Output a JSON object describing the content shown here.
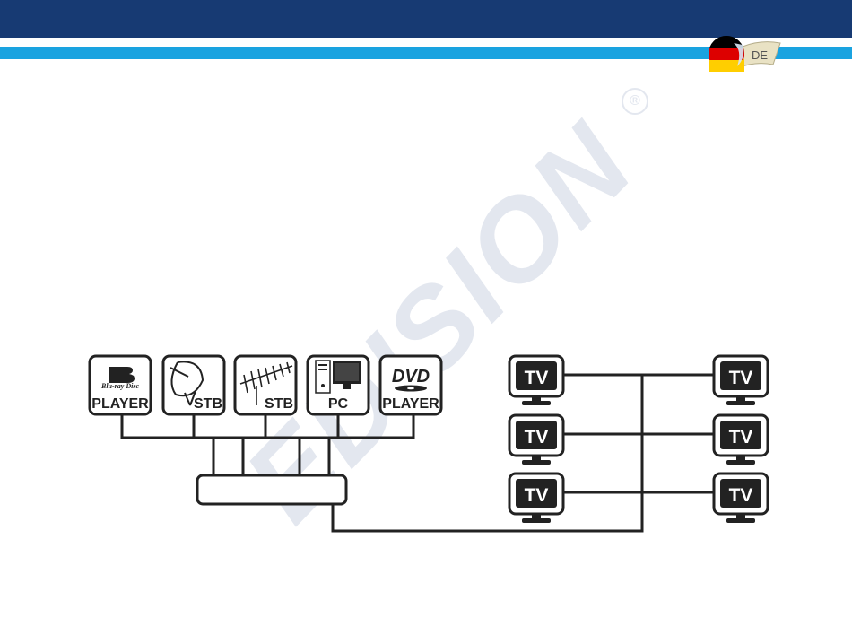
{
  "header": {
    "language_code": "DE"
  },
  "watermark": {
    "text": "EDISION",
    "mark": "®"
  },
  "sources": [
    {
      "id": "bluray",
      "label": "PLAYER",
      "logo": "Blu-ray Disc",
      "icon": "bluray-logo-icon"
    },
    {
      "id": "sat",
      "label": "STB",
      "icon": "satellite-dish-icon"
    },
    {
      "id": "ant",
      "label": "STB",
      "icon": "antenna-icon"
    },
    {
      "id": "pc",
      "label": "PC",
      "icon": "computer-icon"
    },
    {
      "id": "dvd",
      "label": "PLAYER",
      "logo": "DVD",
      "icon": "dvd-logo-icon"
    }
  ],
  "tvs": [
    {
      "label": "TV"
    },
    {
      "label": "TV"
    },
    {
      "label": "TV"
    },
    {
      "label": "TV"
    },
    {
      "label": "TV"
    },
    {
      "label": "TV"
    }
  ],
  "colors": {
    "header": "#173a73",
    "stripe": "#1aa3e0",
    "lines": "#222222",
    "watermark": "#e3e7ef"
  }
}
